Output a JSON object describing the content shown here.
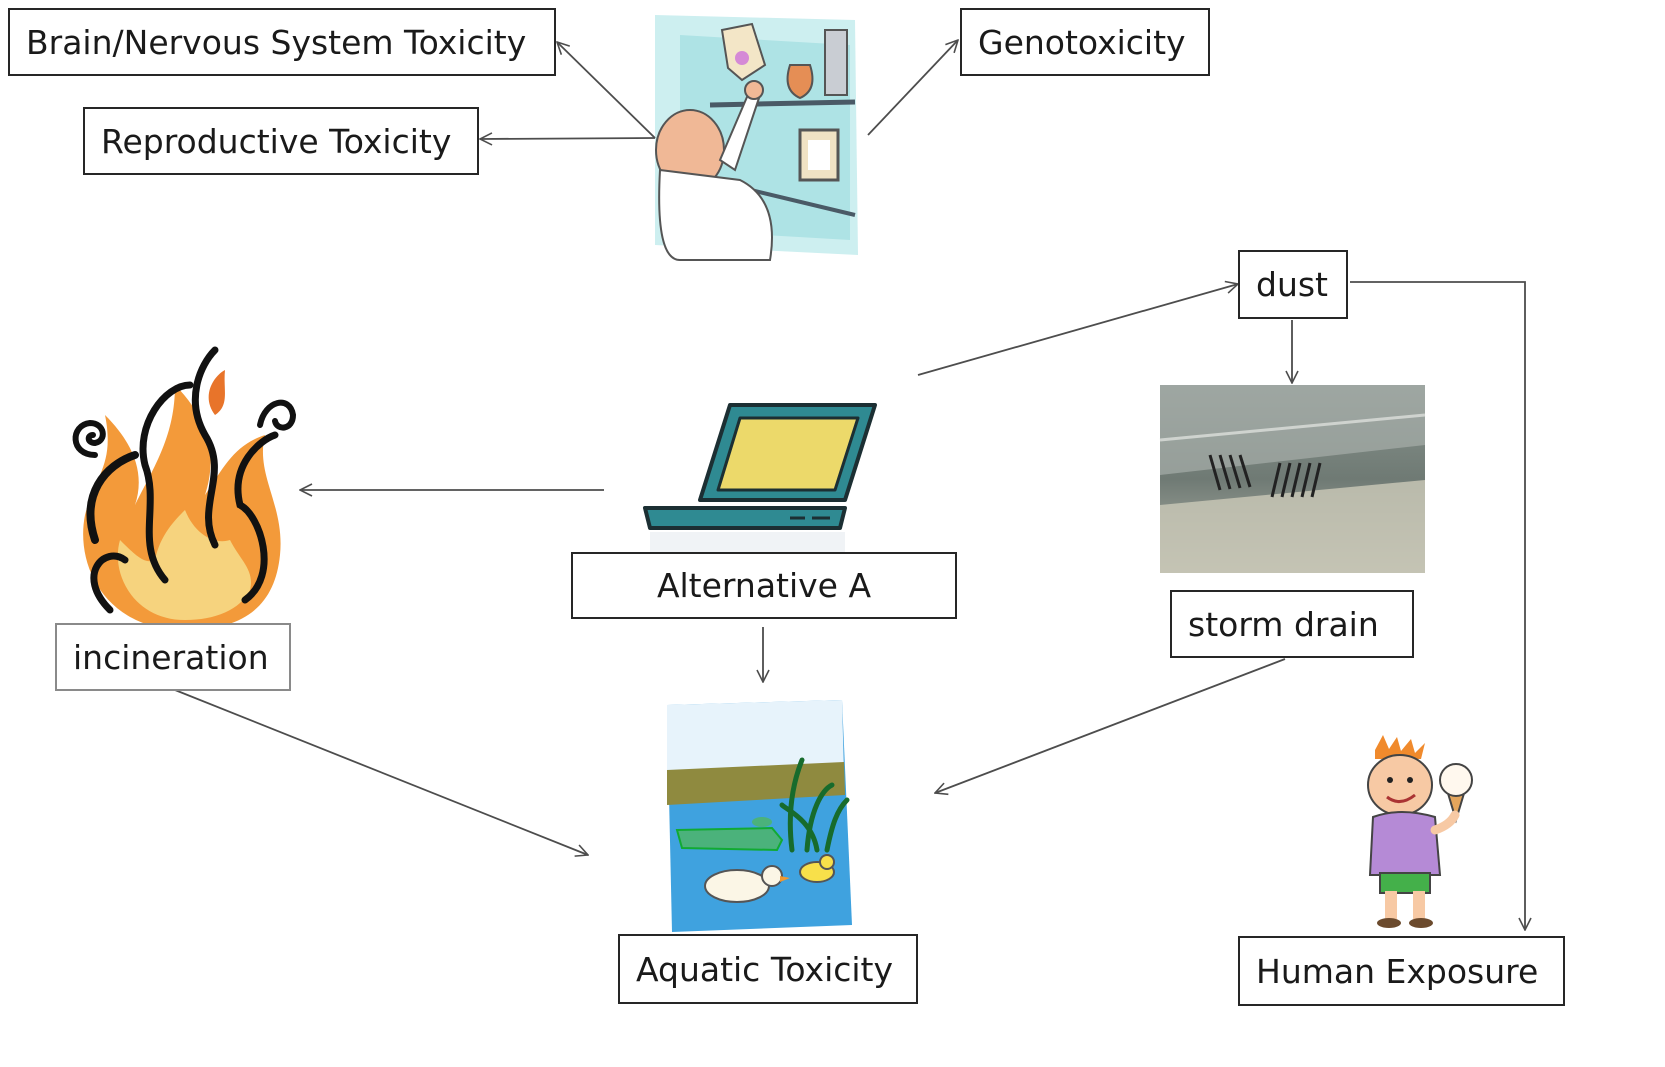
{
  "diagram": {
    "nodes": {
      "brain": "Brain/Nervous System Toxicity",
      "reproductive": "Reproductive Toxicity",
      "genotoxicity": "Genotoxicity",
      "dust": "dust",
      "alternative": "Alternative A",
      "storm_drain": "storm drain",
      "incineration": "incineration",
      "aquatic": "Aquatic Toxicity",
      "human": "Human Exposure"
    },
    "pictures": [
      "scientist-lab-clipart",
      "laptop-clipart",
      "fire-clipart",
      "storm-drain-photo",
      "pond-ducks-clipart",
      "boy-ice-cream-clipart"
    ],
    "edges": [
      {
        "from": "scientist",
        "to": "brain"
      },
      {
        "from": "scientist",
        "to": "reproductive"
      },
      {
        "from": "scientist",
        "to": "genotoxicity"
      },
      {
        "from": "alternative",
        "to": "dust"
      },
      {
        "from": "alternative",
        "to": "incineration"
      },
      {
        "from": "alternative",
        "to": "aquatic"
      },
      {
        "from": "dust",
        "to": "storm_drain"
      },
      {
        "from": "dust",
        "to": "human"
      },
      {
        "from": "storm_drain",
        "to": "aquatic"
      },
      {
        "from": "incineration",
        "to": "aquatic"
      }
    ],
    "colors": {
      "box_border": "#262626",
      "arrow": "#4d4d4d",
      "laptop_body": "#2f8a92",
      "laptop_screen": "#ecd96a",
      "fire_orange": "#f08a2c",
      "water": "#1f8fd8"
    }
  }
}
